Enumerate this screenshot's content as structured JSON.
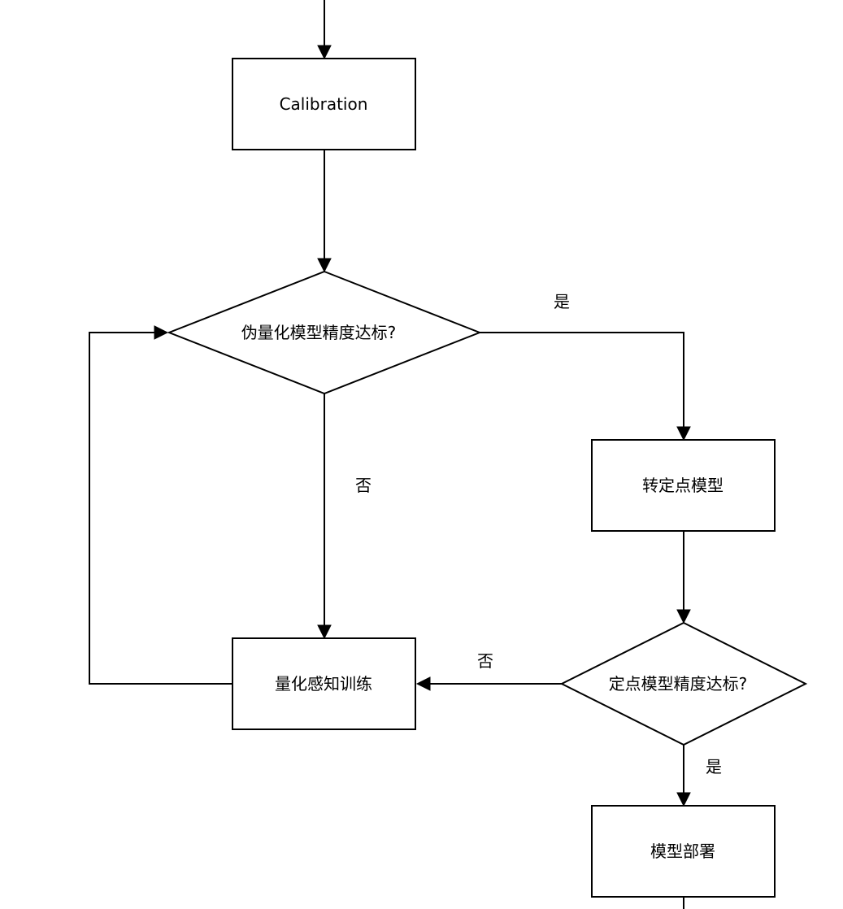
{
  "nodes": {
    "calibration": "Calibration",
    "fake_quant_check": "伪量化模型精度达标?",
    "convert_fixed_point": "转定点模型",
    "qat_training": "量化感知训练",
    "fixed_point_check": "定点模型精度达标?",
    "model_deploy": "模型部署"
  },
  "edges": {
    "fake_quant_yes": "是",
    "fake_quant_no": "否",
    "fixed_point_no": "否",
    "fixed_point_yes": "是"
  },
  "colors": {
    "stroke": "#000000",
    "fill": "#ffffff",
    "background": "#ffffff"
  }
}
